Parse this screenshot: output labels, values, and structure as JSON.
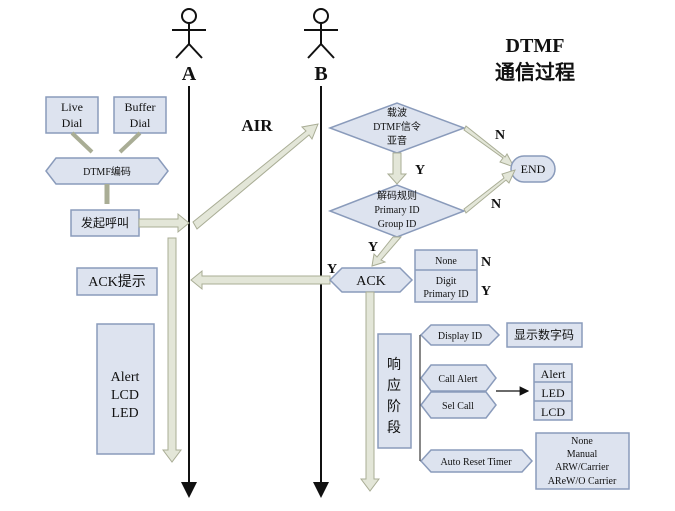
{
  "title": {
    "line1": "DTMF",
    "line2": "通信过程"
  },
  "actors": {
    "a": "A",
    "b": "B"
  },
  "air": "AIR",
  "left": {
    "live_dial": [
      "Live",
      "Dial"
    ],
    "buffer_dial": [
      "Buffer",
      "Dial"
    ],
    "dtmf_encode": "DTMF编码",
    "initiate_call": "发起呼叫",
    "ack_prompt": "ACK提示",
    "alert_lcd_led": [
      "Alert",
      "LCD",
      "LED"
    ]
  },
  "right": {
    "carrier": [
      "载波",
      "DTMF信令",
      "亚音"
    ],
    "decode": [
      "解码规则",
      "Primary ID",
      "Group ID"
    ],
    "end": "END",
    "ack": "ACK",
    "none": "None",
    "digit_primary": [
      "Digit",
      "Primary ID"
    ],
    "response_stage": [
      "响",
      "应",
      "阶",
      "段"
    ],
    "display_id": "Display ID",
    "show_number": "显示数字码",
    "call_alert": "Call Alert",
    "sel_call": "Sel Call",
    "alert_options": [
      "Alert",
      "LED",
      "LCD"
    ],
    "auto_reset_timer": "Auto Reset Timer",
    "reset_options": [
      "None",
      "Manual",
      "ARW/Carrier",
      "AReW/O Carrier"
    ]
  },
  "labels": {
    "n": "N",
    "y": "Y"
  },
  "colors": {
    "box_fill": "#dde3ef",
    "box_stroke": "#8a9bbb",
    "flow_fill": "#e3e6d8",
    "flow_stroke": "#a9ad95",
    "line": "#111111"
  }
}
